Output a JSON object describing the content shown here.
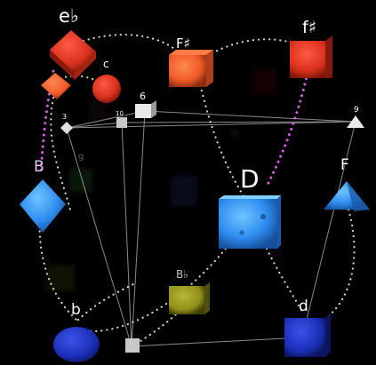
{
  "scene": {
    "labels": {
      "e_flat": "e♭",
      "f_sharp_upper": "f♯",
      "F_sharp": "F♯",
      "c": "c",
      "B": "B",
      "D": "D",
      "F": "F",
      "b": "b",
      "B_flat": "B♭",
      "d": "d",
      "g": "g",
      "n3": "3",
      "n6": "6",
      "n9": "9",
      "n10": "10"
    },
    "colors": {
      "background": "#000000",
      "red_node": "#e0321c",
      "orange_node": "#f05a28",
      "blue_node": "#2f8ef0",
      "navy_node": "#1a2fb8",
      "olive_node": "#8f8f1a",
      "white_node": "#d8d8d8",
      "dotted_path": "#f0f0d8",
      "magenta_path": "#d85ce8",
      "frame_line": "#b8b8b8"
    }
  }
}
